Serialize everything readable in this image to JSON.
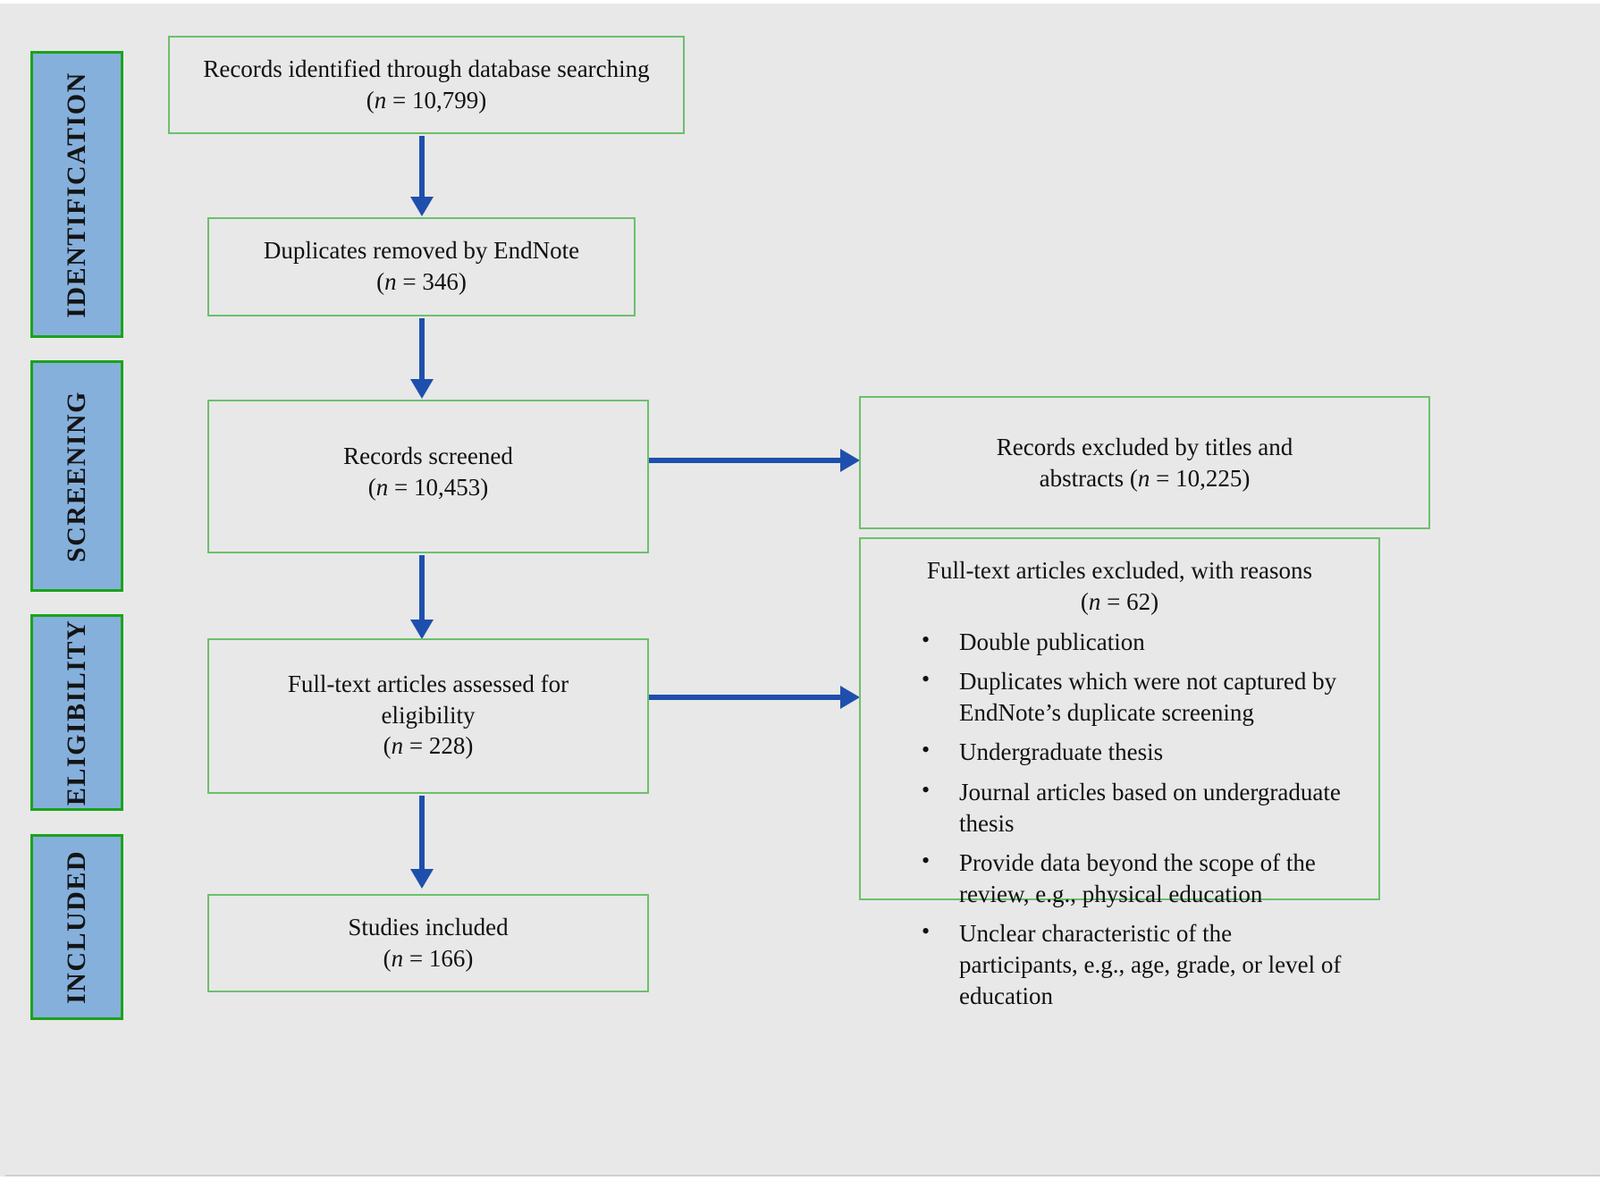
{
  "figure": {
    "type": "prisma-flow-diagram",
    "background_color": "#e8e8e8",
    "box_border_color": "#6cc06c",
    "phase_fill_color": "#85b0dc",
    "phase_border_color": "#1aa31a",
    "arrow_color": "#1f4fad"
  },
  "phases": [
    {
      "label": "IDENTIFICATION"
    },
    {
      "label": "SCREENING"
    },
    {
      "label": "ELIGIBILITY"
    },
    {
      "label": "INCLUDED"
    }
  ],
  "flow": {
    "identified": {
      "title": "Records identified through database searching",
      "count_line": "(n = 10,799)",
      "n_symbol": "n",
      "n_value": "10,799"
    },
    "duplicates_removed": {
      "title": "Duplicates removed by EndNote",
      "count_line": "(n = 346)",
      "n_symbol": "n",
      "n_value": "346"
    },
    "screened": {
      "title": "Records screened",
      "count_line": "(n = 10,453)",
      "n_symbol": "n",
      "n_value": "10,453"
    },
    "fulltext_assessed": {
      "title_line1": "Full-text articles assessed for",
      "title_line2": "eligibility",
      "count_line": "(n = 228)",
      "n_symbol": "n",
      "n_value": "228"
    },
    "included": {
      "title": "Studies included",
      "count_line": "(n = 166)",
      "n_symbol": "n",
      "n_value": "166"
    }
  },
  "exclusions": {
    "titles_abstracts": {
      "line1": "Records excluded by titles and",
      "line2": "abstracts (n = 10,225)",
      "n_symbol": "n",
      "n_value": "10,225"
    },
    "fulltext": {
      "title": "Full-text articles excluded, with reasons",
      "count_line": "(n = 62)",
      "n_symbol": "n",
      "n_value": "62",
      "reasons": [
        "Double publication",
        "Duplicates which were not captured by EndNote’s duplicate screening",
        "Undergraduate thesis",
        "Journal articles based on undergraduate thesis",
        "Provide data beyond the scope of the review, e.g., physical education",
        "Unclear characteristic of the participants, e.g., age, grade, or level of education"
      ]
    }
  }
}
